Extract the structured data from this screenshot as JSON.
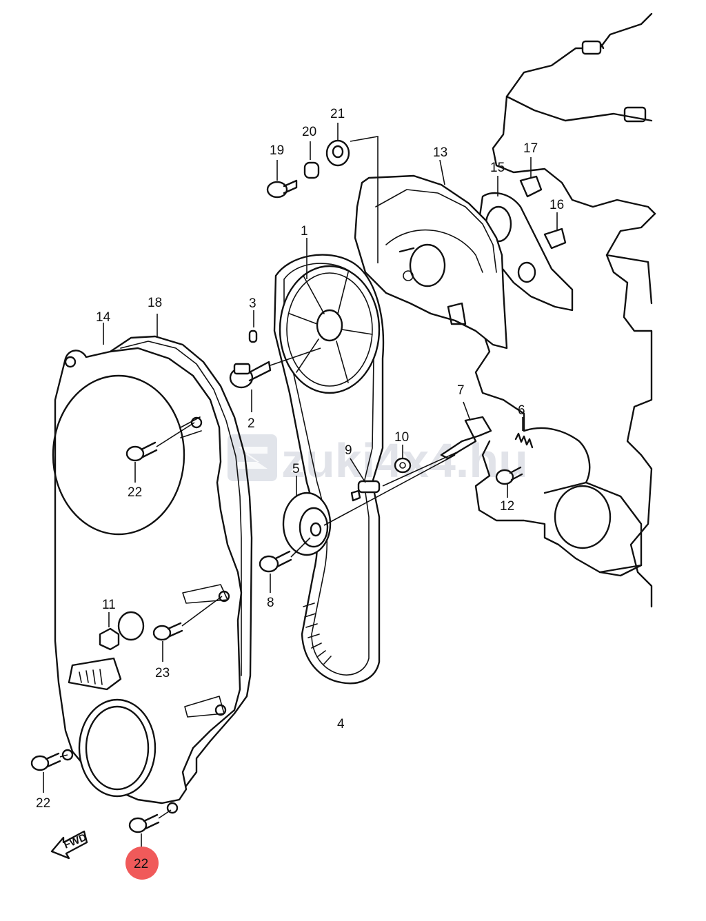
{
  "watermark": "zuki4x4.hu",
  "direction_arrow": "FWD",
  "highlight_color": "#f05a5a",
  "highlighted_label": "22",
  "callouts": [
    {
      "id": "c1",
      "text": "1"
    },
    {
      "id": "c2",
      "text": "2"
    },
    {
      "id": "c3",
      "text": "3"
    },
    {
      "id": "c4",
      "text": "4"
    },
    {
      "id": "c5",
      "text": "5"
    },
    {
      "id": "c6",
      "text": "6"
    },
    {
      "id": "c7",
      "text": "7"
    },
    {
      "id": "c8",
      "text": "8"
    },
    {
      "id": "c9",
      "text": "9"
    },
    {
      "id": "c10",
      "text": "10"
    },
    {
      "id": "c11",
      "text": "11"
    },
    {
      "id": "c12",
      "text": "12"
    },
    {
      "id": "c13",
      "text": "13"
    },
    {
      "id": "c14",
      "text": "14"
    },
    {
      "id": "c15",
      "text": "15"
    },
    {
      "id": "c16",
      "text": "16"
    },
    {
      "id": "c17",
      "text": "17"
    },
    {
      "id": "c18",
      "text": "18"
    },
    {
      "id": "c19",
      "text": "19"
    },
    {
      "id": "c20",
      "text": "20"
    },
    {
      "id": "c21",
      "text": "21"
    },
    {
      "id": "c22a",
      "text": "22"
    },
    {
      "id": "c22b",
      "text": "22"
    },
    {
      "id": "c22c",
      "text": "22"
    },
    {
      "id": "c23",
      "text": "23"
    }
  ]
}
